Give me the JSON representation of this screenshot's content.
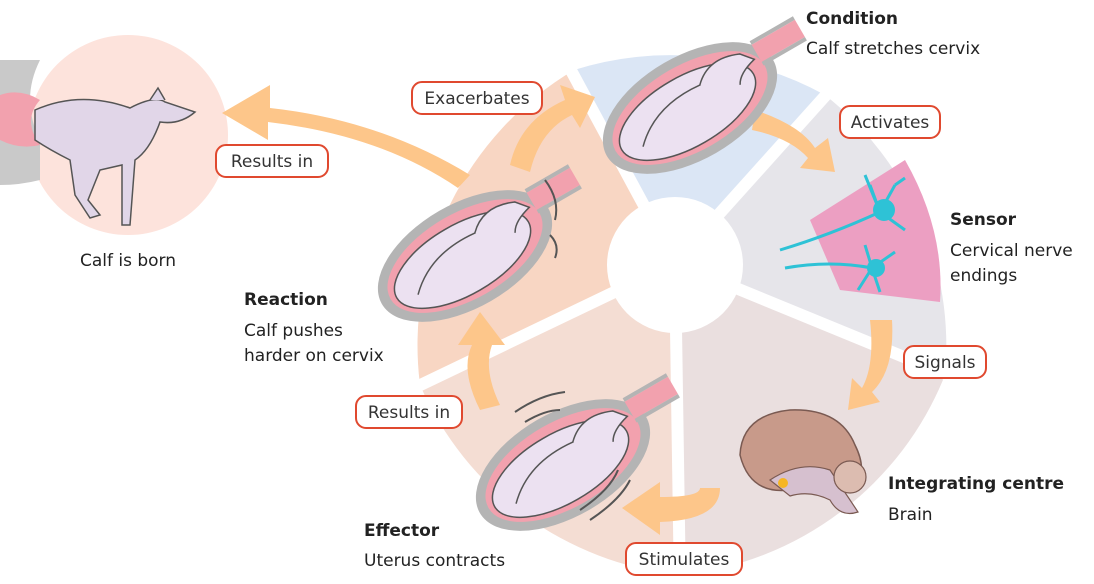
{
  "stages": {
    "condition": {
      "title": "Condition",
      "desc": [
        "Calf stretches cervix"
      ]
    },
    "sensor": {
      "title": "Sensor",
      "desc": [
        "Cervical nerve",
        "endings"
      ]
    },
    "integrating": {
      "title": "Integrating centre",
      "desc": [
        "Brain"
      ]
    },
    "effector": {
      "title": "Effector",
      "desc": [
        "Uterus contracts"
      ]
    },
    "reaction": {
      "title": "Reaction",
      "desc": [
        "Calf pushes",
        "harder on cervix"
      ]
    },
    "outcome": {
      "desc": [
        "Calf is born"
      ]
    }
  },
  "links": {
    "exacerbates": "Exacerbates",
    "activates": "Activates",
    "signals": "Signals",
    "stimulates": "Stimulates",
    "results_in_effector": "Results in",
    "results_in_born": "Results in"
  },
  "colors": {
    "condition_sector": "#dbe6f5",
    "sensor_sector": "#e6e5ea",
    "integrating_sector": "#eadfdf",
    "effector_sector": "#f4ddd3",
    "reaction_sector": "#f8d6c3",
    "born_circle": "#fde3dc",
    "arrow": "#fdc68a",
    "pill_border": "#e0492f",
    "uterus_outer": "#b4b4b4",
    "uterus_pink": "#f2a1ae",
    "calf_body": "#ece1f1",
    "neuron": "#2ec2d6",
    "sensor_patch": "#ec9fc2"
  }
}
